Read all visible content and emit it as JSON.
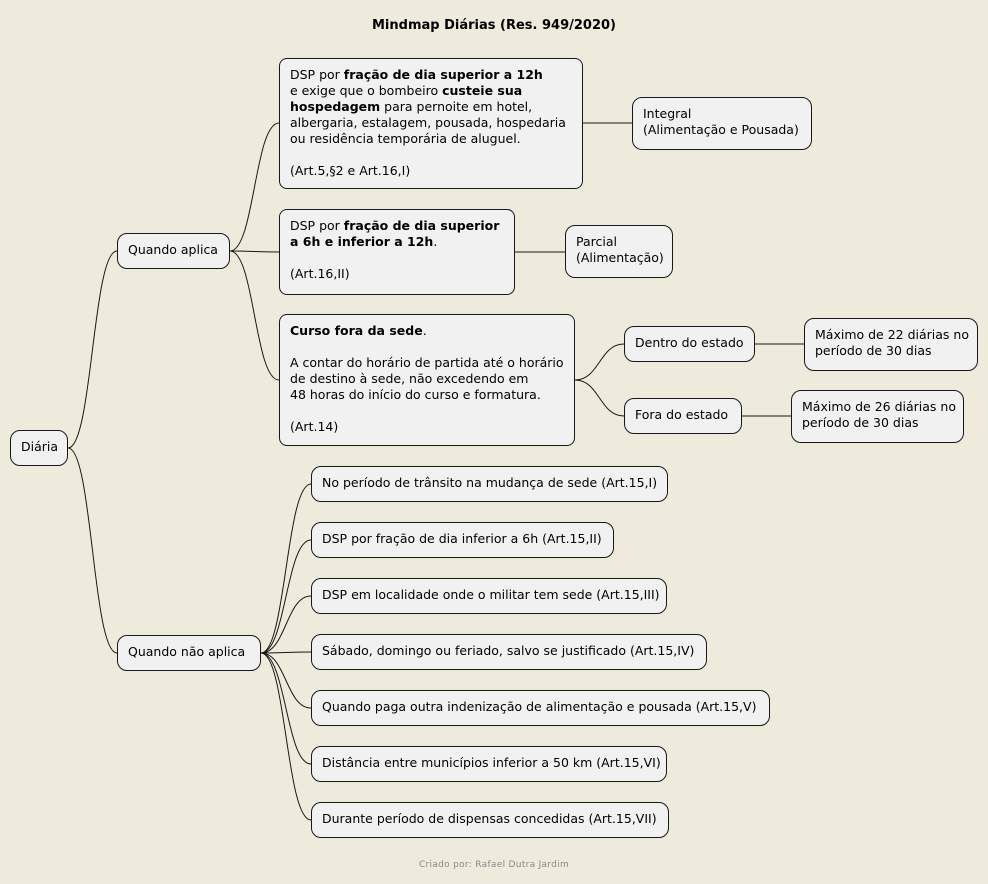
{
  "title": "Mindmap Diárias (Res. 949/2020)",
  "footer": "Criado por: Rafael Dutra Jardim",
  "nodes": {
    "diaria": "Diária",
    "quando_aplica": "Quando aplica",
    "quando_nao_aplica": "Quando não aplica",
    "frac12": {
      "l1a": "DSP por ",
      "l1b": "fração de dia superior a 12h",
      "l2a": "e exige que o bombeiro ",
      "l2b": "custeie sua",
      "l3a": "hospedagem",
      "l3b": " para pernoite em hotel,",
      "l4": "albergaria, estalagem, pousada, hospedaria",
      "l5": "ou residência temporária de aluguel.",
      "l6": "(Art.5,§2 e Art.16,I)"
    },
    "integral": {
      "l1": "Integral",
      "l2": "(Alimentação e Pousada)"
    },
    "frac6": {
      "l1a": " DSP por ",
      "l1b": "fração de dia superior",
      "l2a": "a 6h e inferior a 12h",
      "l2b": ".",
      "l3": "(Art.16,II)"
    },
    "parcial": {
      "l1": "Parcial",
      "l2": "(Alimentação)"
    },
    "curso": {
      "l1a": "Curso fora da sede",
      "l1b": ".",
      "l2": "A contar do horário de partida até o horário",
      "l3": "de destino à sede, não excedendo em",
      "l4": "48 horas do início do curso e formatura.",
      "l5": "(Art.14)"
    },
    "dentro": "Dentro do estado",
    "fora": "Fora do estado",
    "max22": {
      "l1": "Máximo de 22 diárias no",
      "l2": "período de 30 dias"
    },
    "max26": {
      "l1": "Máximo de 26 diárias no",
      "l2": "período de 30 dias"
    },
    "nao": [
      "No período de trânsito na mudança de sede (Art.15,I)",
      "DSP por fração de dia inferior a 6h (Art.15,II)",
      "DSP em localidade onde o militar tem sede (Art.15,III)",
      "Sábado, domingo ou feriado, salvo se justificado (Art.15,IV)",
      "Quando paga outra indenização de alimentação e pousada (Art.15,V)",
      "Distância entre municípios inferior a 50 km (Art.15,VI)",
      "Durante período de dispensas concedidas (Art.15,VII)"
    ]
  }
}
